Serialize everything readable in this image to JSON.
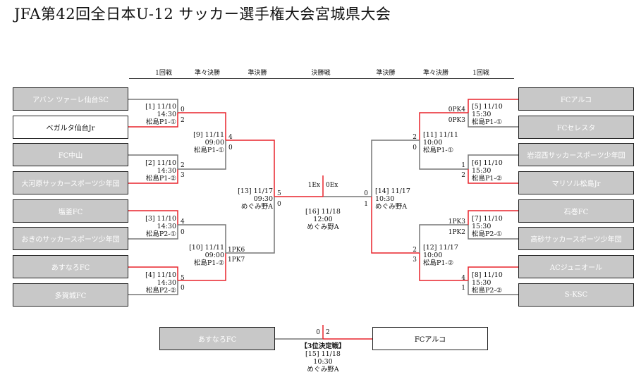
{
  "title": "JFA第42回全日本U-12 サッカー選手権大会宮城県大会",
  "headers": {
    "r1_left": "1回戦",
    "qf_left": "準々決勝",
    "sf_left": "準決勝",
    "final": "決勝戦",
    "sf_right": "準決勝",
    "qf_right": "準々決勝",
    "r1_right": "1回戦"
  },
  "teams_left": [
    {
      "name": "アバン ツァーレ仙台SC"
    },
    {
      "name": "ベガルタ仙台Jr"
    },
    {
      "name": "FC中山"
    },
    {
      "name": "大河原サッカースポーツ少年団"
    },
    {
      "name": "塩釜FC"
    },
    {
      "name": "おきのサッカースポーツ少年団"
    },
    {
      "name": "あすなろFC"
    },
    {
      "name": "多賀城FC"
    }
  ],
  "teams_right": [
    {
      "name": "FCアルコ"
    },
    {
      "name": "FCセレスタ"
    },
    {
      "name": "岩沼西サッカースポーツ少年団"
    },
    {
      "name": "マリソル松島Jr"
    },
    {
      "name": "石巻FC"
    },
    {
      "name": "高砂サッカースポーツ少年団"
    },
    {
      "name": "ACジュニオール"
    },
    {
      "name": "S-KSC"
    }
  ],
  "matches": {
    "m1": {
      "no": "[1] 11/10",
      "time": "14:30",
      "venue": "松島P1-①",
      "s_top": "0",
      "s_bot": "2"
    },
    "m2": {
      "no": "[2] 11/10",
      "time": "14:30",
      "venue": "松島P1-②",
      "s_top": "2",
      "s_bot": "3"
    },
    "m3": {
      "no": "[3] 11/10",
      "time": "14:30",
      "venue": "松島P2-①",
      "s_top": "4",
      "s_bot": "0"
    },
    "m4": {
      "no": "[4] 11/10",
      "time": "14:30",
      "venue": "松島P2-②",
      "s_top": "5",
      "s_bot": "0"
    },
    "m5": {
      "no": "[5] 11/10",
      "time": "15:30",
      "venue": "松島P1-①",
      "s_top": "0PK4",
      "s_bot": "0PK3"
    },
    "m6": {
      "no": "[6] 11/10",
      "time": "15:30",
      "venue": "松島P1-②",
      "s_top": "1",
      "s_bot": "2"
    },
    "m7": {
      "no": "[7] 11/10",
      "time": "15:30",
      "venue": "松島P2-①",
      "s_top": "1PK3",
      "s_bot": "1PK2"
    },
    "m8": {
      "no": "[8] 11/10",
      "time": "15:30",
      "venue": "松島P2-②",
      "s_top": "4",
      "s_bot": "1"
    },
    "m9": {
      "no": "[9] 11/11",
      "time": "09:00",
      "venue": "松島P1-①",
      "s_top": "4",
      "s_bot": "0"
    },
    "m10": {
      "no": "[10] 11/11",
      "time": "09:00",
      "venue": "松島P1-②",
      "s_top": "1PK6",
      "s_bot": "1PK7"
    },
    "m11": {
      "no": "[11] 11/11",
      "time": "10:00",
      "venue": "松島P1-①",
      "s_top": "2",
      "s_bot": "0"
    },
    "m12": {
      "no": "[12] 11/17",
      "time": "10:00",
      "venue": "松島P1-②",
      "s_top": "2",
      "s_bot": "3"
    },
    "m13": {
      "no": "[13] 11/17",
      "time": "09:30",
      "venue": "めぐみ野A",
      "s_top": "5",
      "s_bot": "0"
    },
    "m14": {
      "no": "[14] 11/17",
      "time": "10:30",
      "venue": "めぐみ野A",
      "s_top": "0",
      "s_bot": "1"
    },
    "m16": {
      "no": "[16] 11/18",
      "time": "12:00",
      "venue": "めぐみ野A",
      "s_left": "1Ex",
      "s_right": "0Ex"
    }
  },
  "third_place": {
    "label": "【3位決定戦】",
    "no": "[15] 11/18",
    "time": "10:30",
    "venue": "めぐみ野A",
    "left_team": "あすなろFC",
    "right_team": "FCアルコ",
    "s_left": "0",
    "s_right": "2"
  },
  "colors": {
    "win_line": "#e8242c",
    "line": "#777777",
    "lose_fill": "#c8c8c8"
  }
}
